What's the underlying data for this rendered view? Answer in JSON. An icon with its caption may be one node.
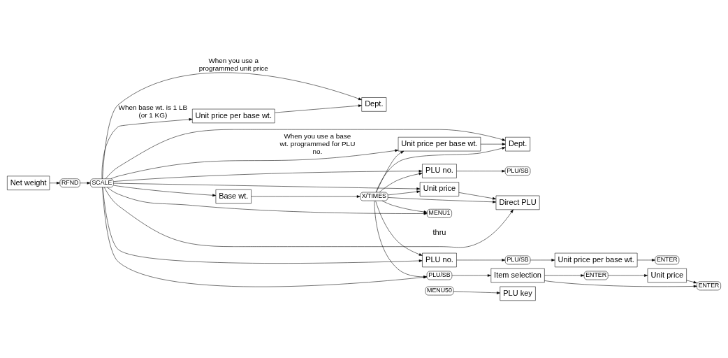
{
  "diagram": {
    "nodes": [
      {
        "text": [
          "Net weight"
        ]
      },
      {
        "text": [
          "RFND"
        ]
      },
      {
        "text": [
          "SCALE"
        ]
      },
      {
        "text": [
          "Unit price per base wt."
        ]
      },
      {
        "text": [
          "Dept."
        ]
      },
      {
        "text": [
          "Base wt."
        ]
      },
      {
        "text": [
          "X/TIMES"
        ]
      },
      {
        "text": [
          "Unit price per base wt."
        ]
      },
      {
        "text": [
          "Dept."
        ]
      },
      {
        "text": [
          "PLU no."
        ]
      },
      {
        "text": [
          "PLU/SB"
        ]
      },
      {
        "text": [
          "Unit price"
        ]
      },
      {
        "text": [
          "Direct PLU"
        ]
      },
      {
        "text": [
          "PLU no."
        ]
      },
      {
        "text": [
          "PLU/SB"
        ]
      },
      {
        "text": [
          "Unit price per base wt."
        ]
      },
      {
        "text": [
          "ENTER"
        ]
      },
      {
        "text": [
          "PLU/SB"
        ]
      },
      {
        "text": [
          "Item selection"
        ]
      },
      {
        "text": [
          "ENTER"
        ]
      },
      {
        "text": [
          "Unit price"
        ]
      },
      {
        "text": [
          "ENTER"
        ]
      },
      {
        "text": [
          "MENU1"
        ]
      },
      {
        "text": [
          "MENU50"
        ]
      },
      {
        "text": [
          "PLU key"
        ]
      }
    ],
    "edges": [
      {
        "from": 0,
        "to": 1,
        "arrow": "to"
      },
      {
        "from": 1,
        "to": 2,
        "arrow": "to"
      },
      {
        "from": 2,
        "to": 3,
        "arrow": "to",
        "label": "When base wt. is 1 LB (or 1 KG)"
      },
      {
        "from": 3,
        "to": 4,
        "arrow": "to"
      },
      {
        "from": 2,
        "to": 4,
        "arrow": "to",
        "label": "When you use a programmed unit price"
      },
      {
        "from": 2,
        "to": 5,
        "arrow": "to"
      },
      {
        "from": 5,
        "to": 6,
        "arrow": "to"
      },
      {
        "from": 6,
        "to": 7,
        "arrow": "to"
      },
      {
        "from": 6,
        "to": 8,
        "arrow": "to"
      },
      {
        "from": 6,
        "to": 9,
        "arrow": "to"
      },
      {
        "from": 6,
        "to": 11,
        "arrow": "to"
      },
      {
        "from": 6,
        "to": 12,
        "arrow": "to"
      },
      {
        "from": 6,
        "to": 13,
        "arrow": "to"
      },
      {
        "from": 6,
        "to": 17,
        "arrow": "to"
      },
      {
        "from": 6,
        "to": 22,
        "arrow": "to"
      },
      {
        "from": 2,
        "to": 7,
        "arrow": "to",
        "label": "When you use a base wt. programmed for PLU no."
      },
      {
        "from": 2,
        "to": 8,
        "arrow": "to"
      },
      {
        "from": 2,
        "to": 9,
        "arrow": "to"
      },
      {
        "from": 2,
        "to": 11,
        "arrow": "to"
      },
      {
        "from": 2,
        "to": 12,
        "arrow": "to"
      },
      {
        "from": 2,
        "to": 13,
        "arrow": "to"
      },
      {
        "from": 2,
        "to": 17,
        "arrow": "to"
      },
      {
        "from": 2,
        "to": 22,
        "arrow": "to"
      },
      {
        "from": 7,
        "to": 8,
        "arrow": "to"
      },
      {
        "from": 9,
        "to": 10,
        "arrow": "to"
      },
      {
        "from": 11,
        "to": 12,
        "arrow": "to"
      },
      {
        "from": 13,
        "to": 14,
        "arrow": "to"
      },
      {
        "from": 14,
        "to": 15,
        "arrow": "to"
      },
      {
        "from": 15,
        "to": 16,
        "arrow": "to"
      },
      {
        "from": 17,
        "to": 18,
        "arrow": "to"
      },
      {
        "from": 18,
        "to": 19,
        "arrow": "to"
      },
      {
        "from": 19,
        "to": 20,
        "arrow": "to"
      },
      {
        "from": 20,
        "to": 21,
        "arrow": "to"
      },
      {
        "from": 18,
        "to": 21,
        "arrow": "to"
      },
      {
        "from": 23,
        "to": 24,
        "arrow": "to"
      }
    ],
    "labels": [
      "thru"
    ]
  }
}
